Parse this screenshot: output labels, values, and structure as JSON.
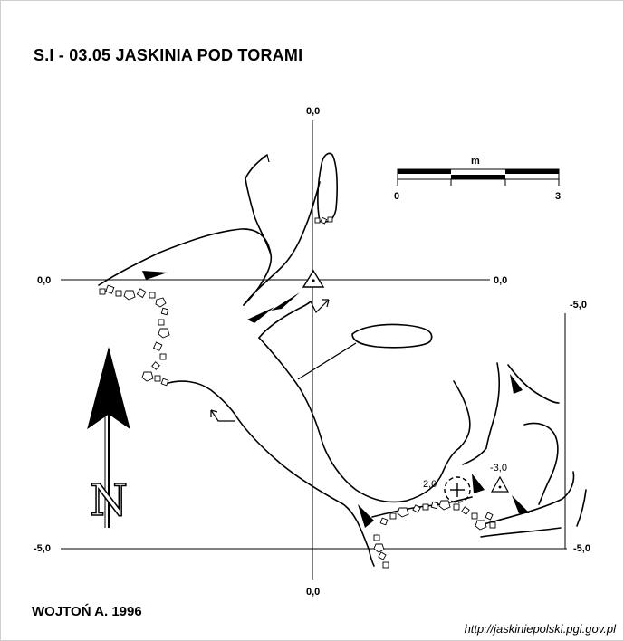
{
  "title": "S.I - 03.05  JASKINIA POD TORAMI",
  "author": "WOJTOŃ A. 1996",
  "source_url": "http://jaskiniepolski.pgi.gov.pl",
  "scale_bar": {
    "unit": "m",
    "start": "0",
    "end": "3"
  },
  "grid_labels": {
    "top": "0,0",
    "left": "0,0",
    "right": "0,0",
    "bottom_left": "-5,0",
    "bottom_right": "-5,0",
    "right_top": "-5,0",
    "bottom": "0,0"
  },
  "heights": {
    "center": "2,0",
    "right": "-3,0"
  },
  "north_letter": "N",
  "colors": {
    "ink": "#000000",
    "background": "#ffffff"
  }
}
